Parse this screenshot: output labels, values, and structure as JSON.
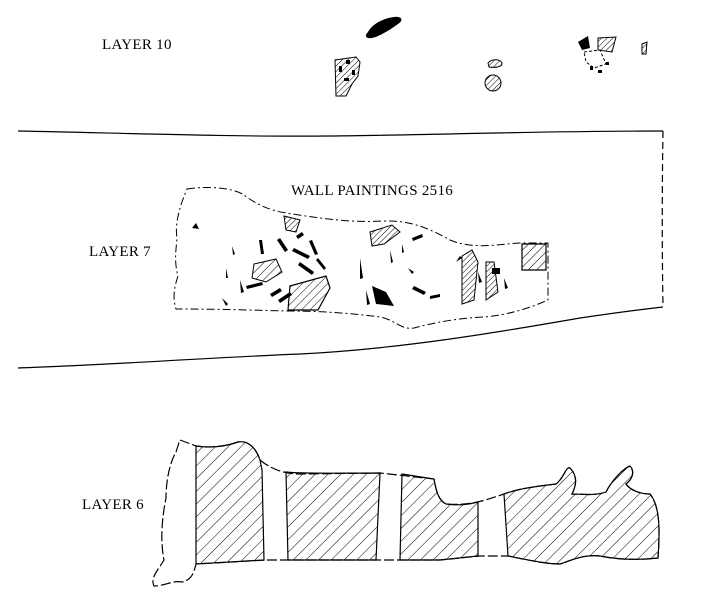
{
  "labels": {
    "layer10": "LAYER 10",
    "wall_paintings": "WALL PAINTINGS 2516",
    "layer7": "LAYER 7",
    "layer6": "LAYER 6"
  },
  "colors": {
    "ink": "#000000",
    "paper": "#ffffff"
  }
}
